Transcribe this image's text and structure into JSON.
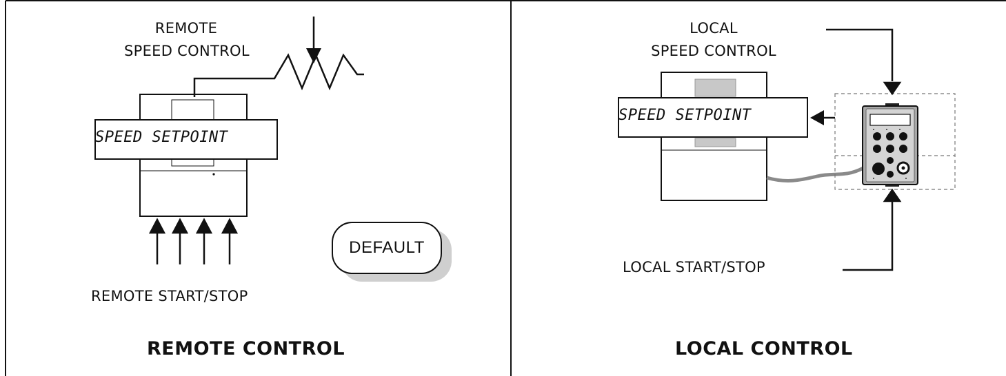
{
  "remote": {
    "speed_label_line1": "REMOTE",
    "speed_label_line2": "SPEED CONTROL",
    "display_text": "SPEED SETPOINT",
    "start_stop_label": "REMOTE START/STOP",
    "default_label": "DEFAULT",
    "title": "REMOTE CONTROL"
  },
  "local": {
    "speed_label_line1": "LOCAL",
    "speed_label_line2": "SPEED CONTROL",
    "display_text": "SPEED SETPOINT",
    "start_stop_label": "LOCAL START/STOP",
    "title": "LOCAL CONTROL"
  },
  "colors": {
    "line": "#111111",
    "keypad_body": "#a8a8a8",
    "cable": "#8a8a8a",
    "shadow": "#cfcfcf"
  }
}
